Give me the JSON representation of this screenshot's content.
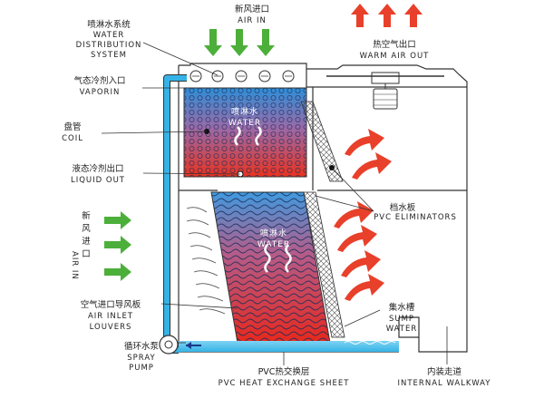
{
  "labels": {
    "spray_system_zh": "喷淋水系统",
    "spray_system_en1": "WATER",
    "spray_system_en2": "DISTRIBUTION",
    "spray_system_en3": "SYSTEM",
    "air_in_top_zh": "新风进口",
    "air_in_top_en": "AIR IN",
    "warm_air_zh": "热空气出口",
    "warm_air_en": "WARM AIR OUT",
    "vapor_in_zh": "气态冷剂入口",
    "vapor_in_en": "VAPORIN",
    "coil_zh": "盘管",
    "coil_en": "COIL",
    "liquid_out_zh": "液态冷剂出口",
    "liquid_out_en": "LIQUID OUT",
    "air_in_side_zh": "新风进口",
    "air_in_side_en": "AIR IN",
    "eliminators_zh": "档水板",
    "eliminators_en": "PVC ELIMINATORS",
    "louvers_zh": "空气进口导风板",
    "louvers_en1": "AIR INLET",
    "louvers_en2": "LOUVERS",
    "pump_zh": "循环水泵",
    "pump_en1": "SPRAY",
    "pump_en2": "PUMP",
    "sump_zh": "集水槽",
    "sump_en1": "SUMP",
    "sump_en2": "WATER",
    "fill_zh": "PVC热交换层",
    "fill_en": "PVC HEAT EXCHANGE SHEET",
    "walkway_zh": "内装走道",
    "walkway_en": "INTERNAL WALKWAY",
    "coil_water_zh": "喷淋水",
    "coil_water_en": "WATER",
    "fill_water_zh": "喷淋水",
    "fill_water_en": "WATER"
  },
  "colors": {
    "arrow_green": "#4caf3a",
    "arrow_red": "#e8402a",
    "pipe_blue": "#35b3e6",
    "outline": "#333333"
  }
}
